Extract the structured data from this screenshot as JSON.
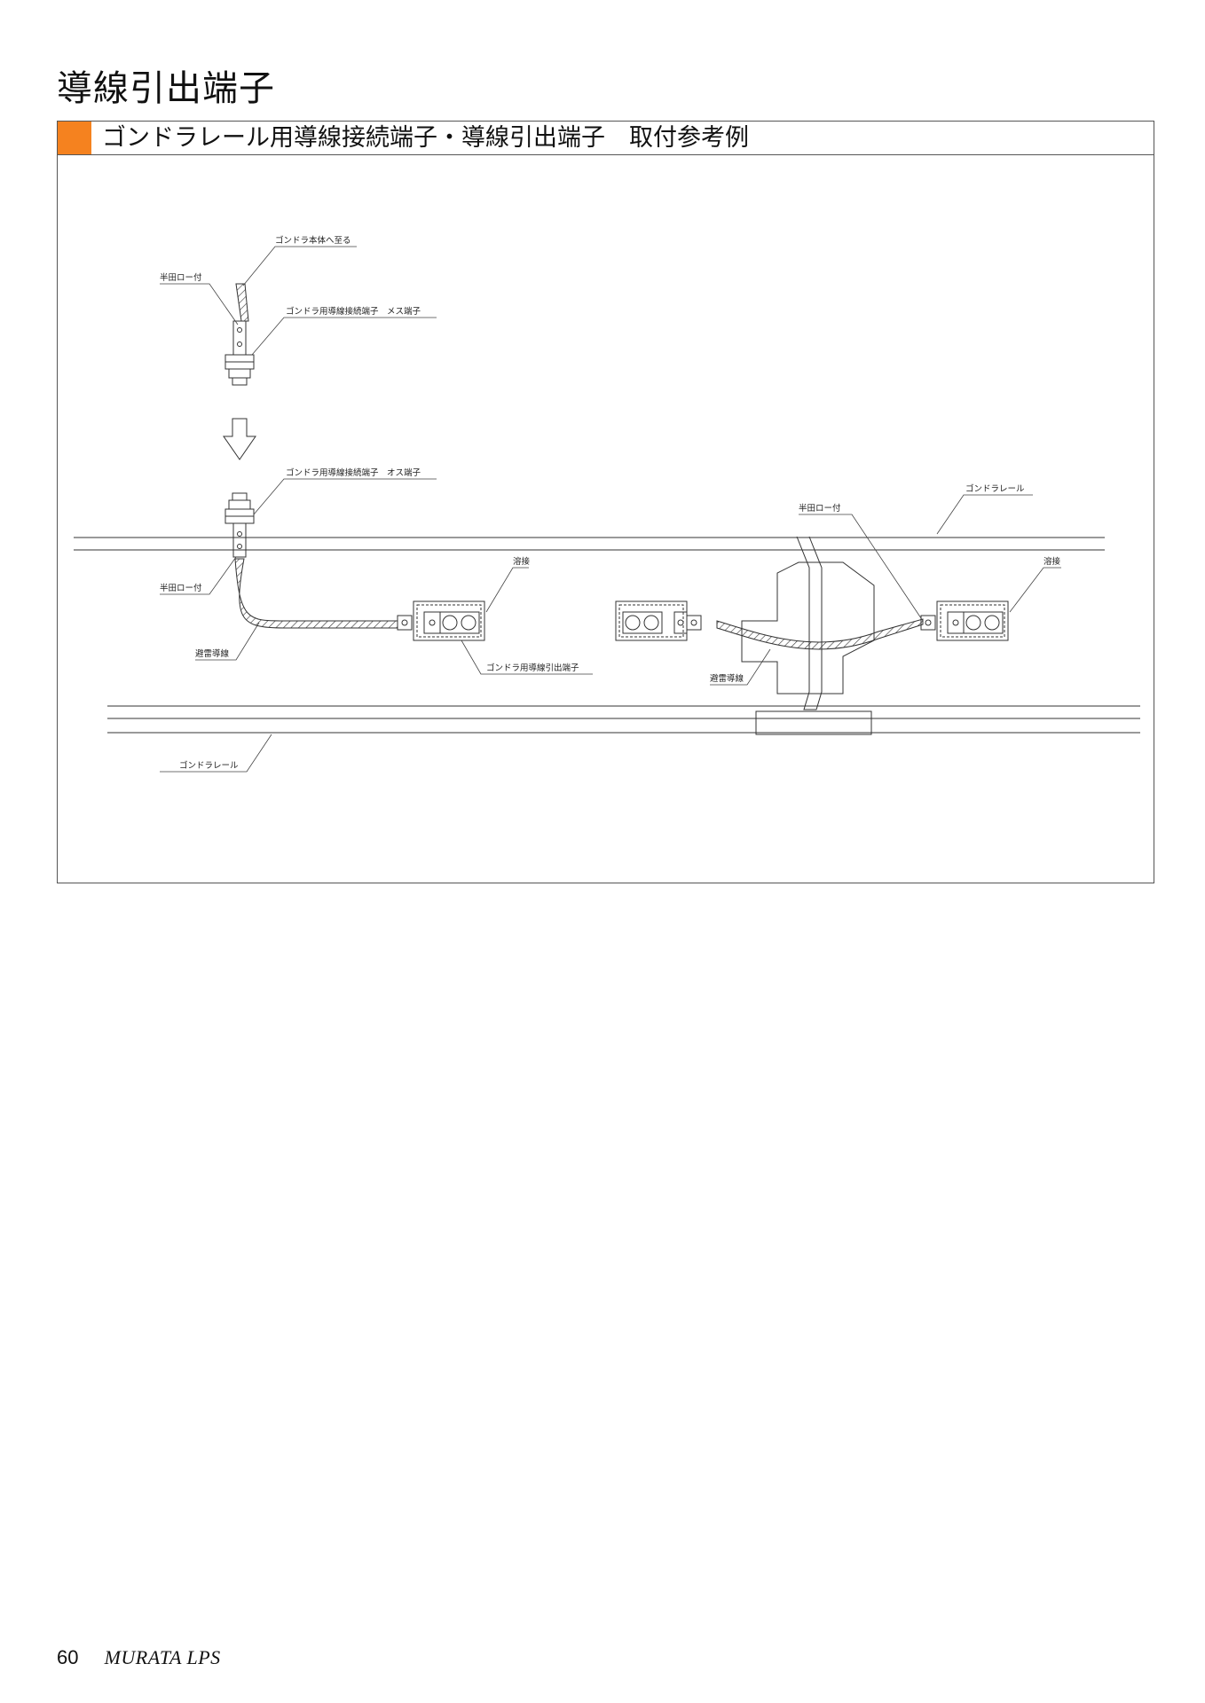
{
  "page": {
    "title": "導線引出端子",
    "section_title": "ゴンドラレール用導線接続端子・導線引出端子　取付参考例",
    "accent_color": "#f5821f"
  },
  "diagram": {
    "labels": {
      "to_gondola": "ゴンドラ本体へ至る",
      "solder_top": "半田ロー付",
      "female_terminal": "ゴンドラ用導線接続端子　メス端子",
      "male_terminal": "ゴンドラ用導線接続端子　オス端子",
      "solder_left": "半田ロー付",
      "lightning_wire_left": "避雷導線",
      "weld_left": "溶接",
      "lead_terminal": "ゴンドラ用導線引出端子",
      "rail_bottom": "ゴンドラレール",
      "solder_right": "半田ロー付",
      "rail_top": "ゴンドラレール",
      "weld_right": "溶接",
      "lightning_wire_right": "避雷導線"
    }
  },
  "footer": {
    "page_number": "60",
    "brand": "MURATA LPS"
  }
}
